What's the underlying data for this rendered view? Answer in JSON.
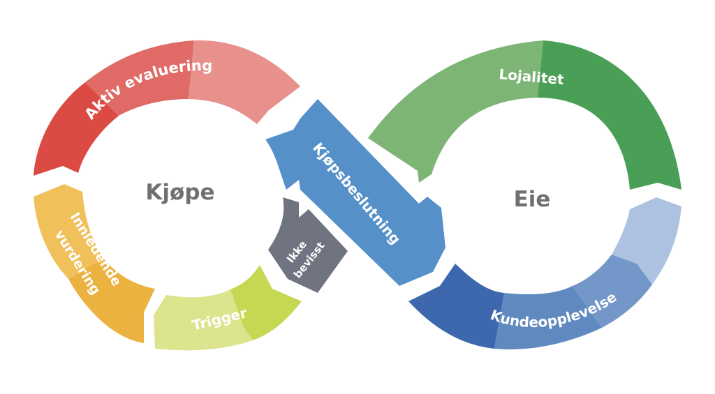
{
  "diagram": {
    "title": "Kjøpe / Eie customer journey loop",
    "loops": [
      {
        "id": "kjope",
        "label": "Kjøpe"
      },
      {
        "id": "eie",
        "label": "Eie"
      }
    ],
    "stages": {
      "aktiv_evaluering": {
        "label": "Aktiv evaluering",
        "colors": [
          "#dc4a44",
          "#e06a66",
          "#e8908c"
        ]
      },
      "innledende_vurdering": {
        "label_line1": "Innledende",
        "label_line2": "vurdering",
        "colors": [
          "#f0c05a",
          "#ecb240"
        ]
      },
      "trigger": {
        "label": "Trigger",
        "colors": [
          "#dce48e",
          "#c6d853"
        ]
      },
      "ikke_bevisst": {
        "label_line1": "Ikke",
        "label_line2": "bevisst",
        "color": "#6f7480"
      },
      "kjopsbeslutning": {
        "label": "Kjøpsbeslutning",
        "color": "#5590c9"
      },
      "lojalitet": {
        "label": "Lojalitet",
        "colors": [
          "#7db575",
          "#4a9f56"
        ]
      },
      "kundeopplevelse": {
        "label": "Kundeopplevelse",
        "colors": [
          "#3e68ad",
          "#6089c0",
          "#7497c9",
          "#adc2e0"
        ]
      }
    }
  }
}
